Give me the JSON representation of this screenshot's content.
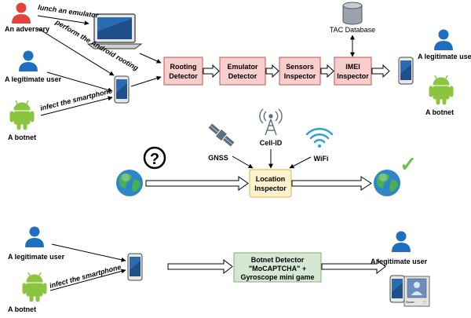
{
  "actors": {
    "adversary": "An adversary",
    "legit_user": "A legitimate user",
    "botnet": "A botnet"
  },
  "edges": {
    "lunch_emulator": "lunch an emulator",
    "perform_rooting": "perform the Android rooting",
    "infect_top": "infect the smartphone",
    "infect_bottom": "infect the smartphone"
  },
  "pipeline": {
    "rooting": [
      "Rooting",
      "Detector"
    ],
    "emulator": [
      "Emulator",
      "Detector"
    ],
    "sensors": [
      "Sensors",
      "Inspector"
    ],
    "imei": [
      "IMEI",
      "Inspector"
    ]
  },
  "database": "TAC Database",
  "outputs_top": {
    "legit_user": "A legitimate user",
    "botnet": "A botnet"
  },
  "location": {
    "gnss": "GNSS",
    "cellid": "Cell-ID",
    "wifi": "WiFi",
    "inspector": [
      "Location",
      "Inspector"
    ],
    "unknown_mark": "?",
    "check_mark": "✓"
  },
  "bottom": {
    "legit_user": "A legitimate user",
    "botnet": "A botnet",
    "detector": [
      "Botnet Detector",
      "\"MoCAPTCHA\" +",
      "Gyroscope mini game"
    ],
    "output_user": "A legitimate user",
    "score_label": "Score:"
  },
  "colors": {
    "adversary_red": "#e0453a",
    "user_blue": "#1f6fbf",
    "android_green": "#8bc53f",
    "pink_box": "#f8cecc",
    "pink_stroke": "#b85450",
    "yellow_box": "#fff2cc",
    "yellow_stroke": "#d6b656",
    "green_box": "#d5e8d4",
    "green_stroke": "#82b366"
  }
}
